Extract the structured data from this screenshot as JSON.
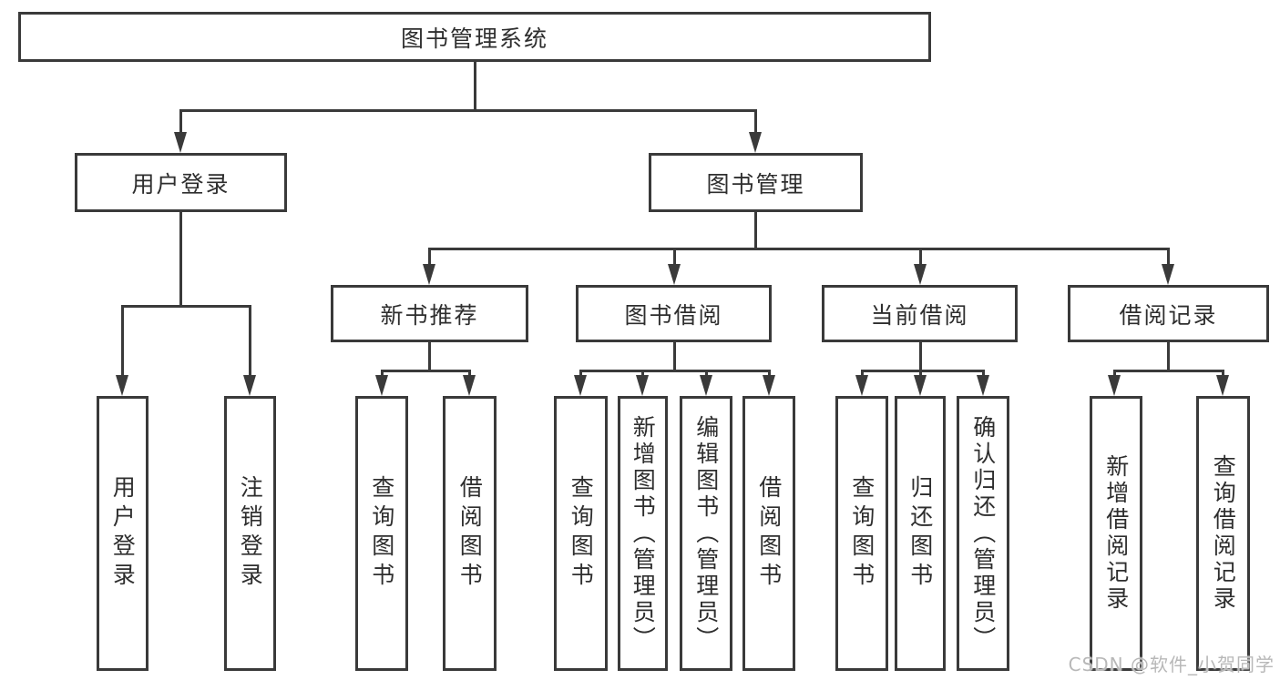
{
  "diagram": {
    "root": {
      "label": "图书管理系统",
      "children": [
        {
          "label": "用户登录",
          "children": [
            {
              "label": "用户登录"
            },
            {
              "label": "注销登录"
            }
          ]
        },
        {
          "label": "图书管理",
          "children": [
            {
              "label": "新书推荐",
              "children": [
                {
                  "label": "查询图书"
                },
                {
                  "label": "借阅图书"
                }
              ]
            },
            {
              "label": "图书借阅",
              "children": [
                {
                  "label": "查询图书"
                },
                {
                  "label": "新增图书（管理员）"
                },
                {
                  "label": "编辑图书（管理员）"
                },
                {
                  "label": "借阅图书"
                }
              ]
            },
            {
              "label": "当前借阅",
              "children": [
                {
                  "label": "查询图书"
                },
                {
                  "label": "归还图书"
                },
                {
                  "label": "确认归还（管理员）"
                }
              ]
            },
            {
              "label": "借阅记录",
              "children": [
                {
                  "label": "新增借阅记录"
                },
                {
                  "label": "查询借阅记录"
                }
              ]
            }
          ]
        }
      ]
    }
  },
  "watermark": {
    "text": "CSDN @软件_小贺同学"
  },
  "colors": {
    "line": "#3a3a3a",
    "text": "#2e2e2e",
    "watermark": "#b8b8b8",
    "background": "#ffffff"
  }
}
